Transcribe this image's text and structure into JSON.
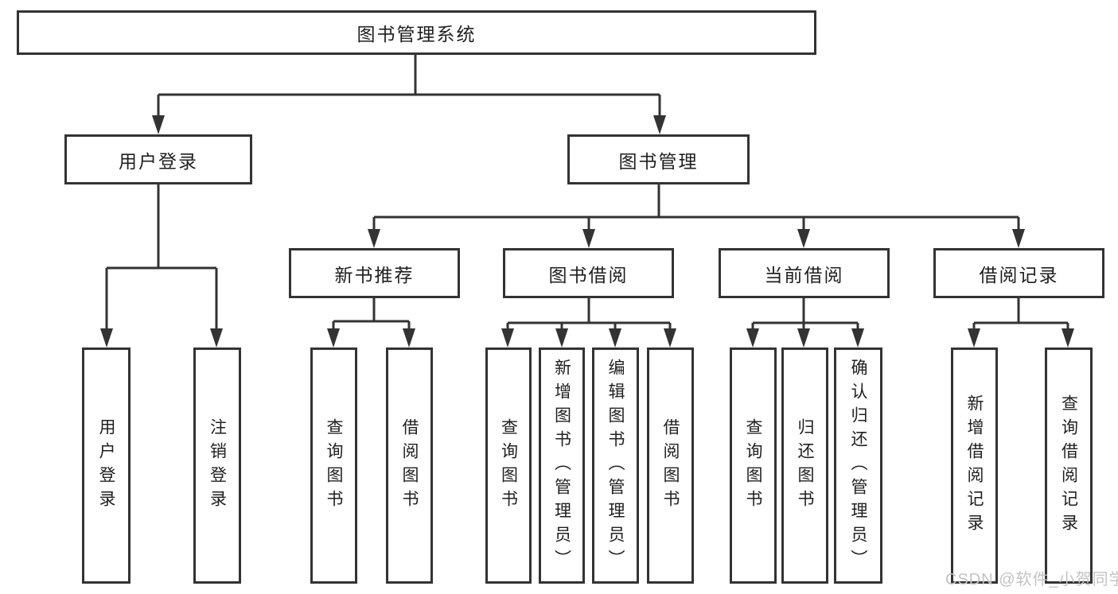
{
  "tree": {
    "label": "图书管理系统",
    "children": [
      {
        "label": "用户登录",
        "children": [
          {
            "label": "用户登录"
          },
          {
            "label": "注销登录"
          }
        ]
      },
      {
        "label": "图书管理",
        "children": [
          {
            "label": "新书推荐",
            "children": [
              {
                "label": "查询图书"
              },
              {
                "label": "借阅图书"
              }
            ]
          },
          {
            "label": "图书借阅",
            "children": [
              {
                "label": "查询图书"
              },
              {
                "label": "新增图书（管理员）"
              },
              {
                "label": "编辑图书（管理员）"
              },
              {
                "label": "借阅图书"
              }
            ]
          },
          {
            "label": "当前借阅",
            "children": [
              {
                "label": "查询图书"
              },
              {
                "label": "归还图书"
              },
              {
                "label": "确认归还（管理员）"
              }
            ]
          },
          {
            "label": "借阅记录",
            "children": [
              {
                "label": "新增借阅记录"
              },
              {
                "label": "查询借阅记录"
              }
            ]
          }
        ]
      }
    ]
  },
  "watermark": {
    "text": "CSDN @软件_小贺同学"
  },
  "colors": {
    "line": "#333333",
    "box_border": "#333333",
    "text": "#1f1f1f",
    "watermark": "#c3c3c3",
    "background": "#ffffff"
  }
}
